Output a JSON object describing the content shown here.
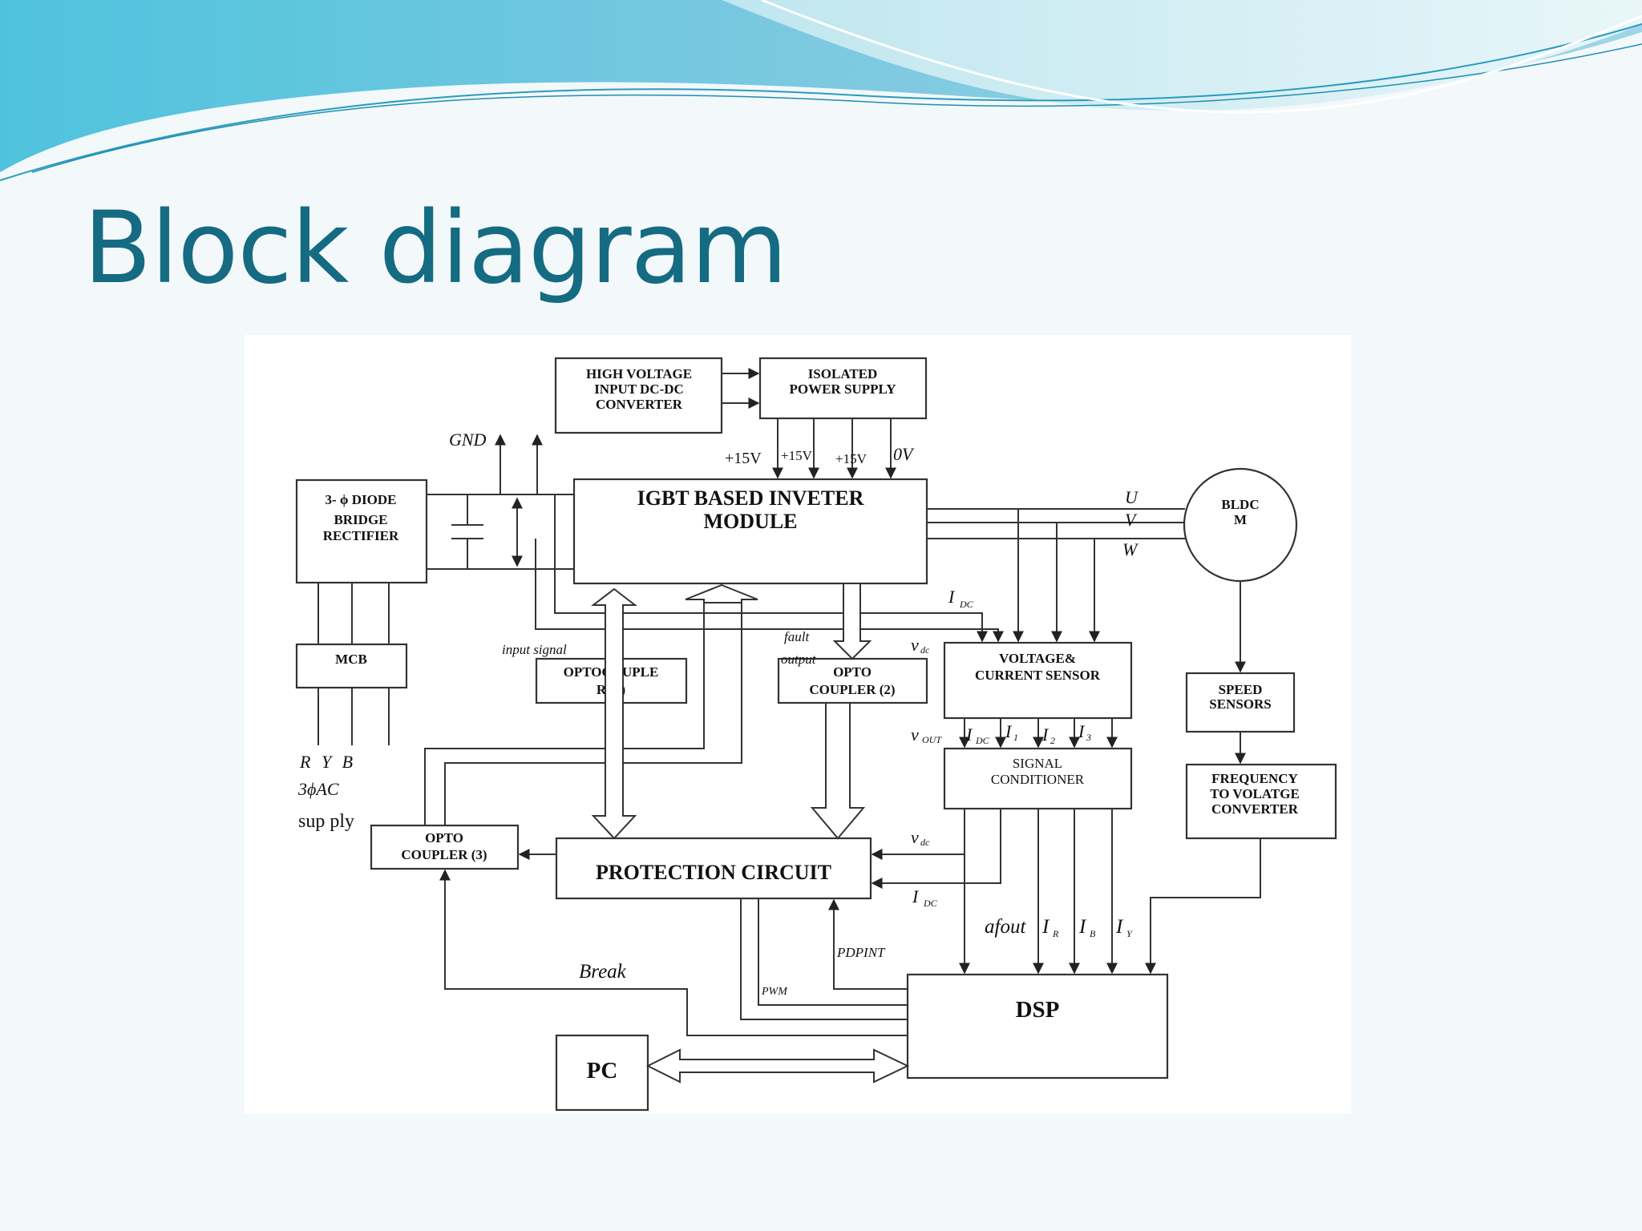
{
  "slide": {
    "title": "Block diagram"
  },
  "diagram": {
    "blocks": {
      "hv_converter": [
        "HIGH VOLTAGE",
        "INPUT DC-DC",
        "CONVERTER"
      ],
      "isolated_ps": [
        "ISOLATED",
        "POWER SUPPLY"
      ],
      "rectifier": [
        "3- ϕ DIODE",
        "BRIDGE",
        "RECTIFIER"
      ],
      "igbt": [
        "IGBT BASED INVETER",
        "MODULE"
      ],
      "bldc": [
        "BLDC",
        "M"
      ],
      "mcb": "MCB",
      "opto1": [
        "OPTOCOUPLE",
        "R (1)"
      ],
      "opto2": [
        "OPTO",
        "COUPLER (2)"
      ],
      "opto3": [
        "OPTO",
        "COUPLER (3)"
      ],
      "vc_sensor": [
        "VOLTAGE&",
        "CURRENT SENSOR"
      ],
      "speed": [
        "SPEED",
        "SENSORS"
      ],
      "signal": [
        "SIGNAL",
        "CONDITIONER"
      ],
      "freq": [
        "FREQUENCY",
        "TO VOLATGE",
        "CONVERTER"
      ],
      "protection": "PROTECTION CIRCUIT",
      "dsp": "DSP",
      "pc": "PC"
    },
    "labels": {
      "gnd": "GND",
      "v1": "+15V",
      "v2": "+15V",
      "v3": "+15V",
      "v0": "0V",
      "u": "U",
      "v": "V",
      "w": "W",
      "idc_top": "I",
      "idc_top_sub": "DC",
      "input_signal": "input signal",
      "fault": "fault",
      "output": "output",
      "vdc_sensor": "v",
      "vdc_sensor_sub": "dc",
      "vout": "v",
      "vout_sub": "OUT",
      "i_dc": "I",
      "i_dc_sub": "DC",
      "i1": "I",
      "i1_sub": "1",
      "i2": "I",
      "i2_sub": "2",
      "i3": "I",
      "i3_sub": "3",
      "supply1": "R  Y  B",
      "supply2": "3ϕAC",
      "supply3": "sup ply",
      "vdc_prot": "v",
      "vdc_prot_sub": "dc",
      "idc_prot": "I",
      "idc_prot_sub": "DC",
      "afout": "afout",
      "ir": "I",
      "ir_sub": "R",
      "ib": "I",
      "ib_sub": "B",
      "iy": "I",
      "iy_sub": "Y",
      "pdpint": "PDPINT",
      "break": "Break",
      "pwm": "PWM"
    }
  }
}
